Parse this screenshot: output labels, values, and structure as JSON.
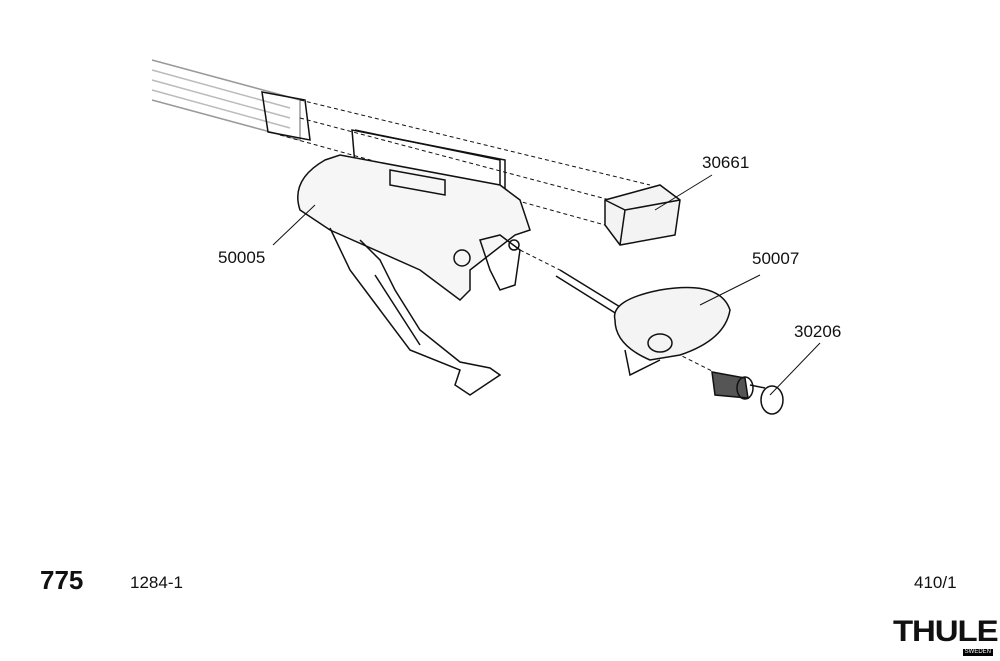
{
  "parts": [
    {
      "number": "30661"
    },
    {
      "number": "50005"
    },
    {
      "number": "50007"
    },
    {
      "number": "30206"
    }
  ],
  "footer": {
    "model": "775",
    "reference": "1284-1",
    "page": "410/1"
  },
  "brand": {
    "name": "THULE",
    "country": "SWEDEN"
  }
}
